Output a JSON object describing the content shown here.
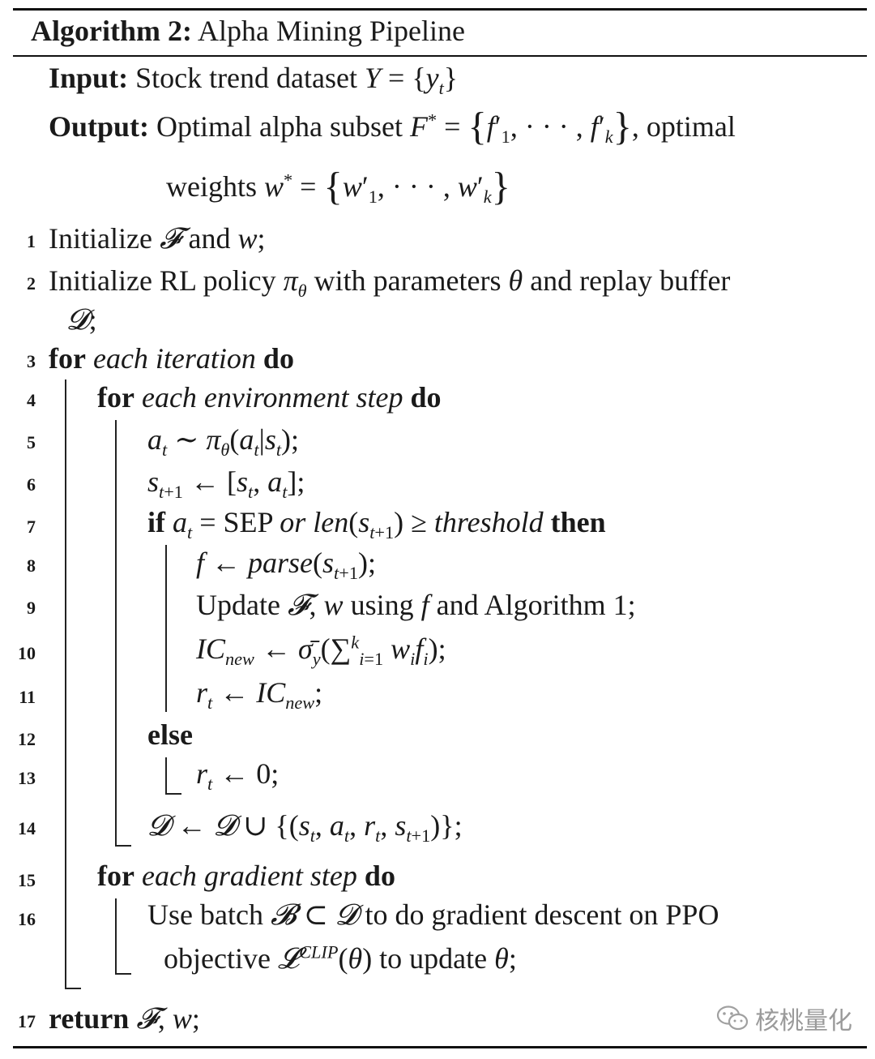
{
  "algorithm": {
    "label": "Algorithm 2:",
    "title": "Alpha Mining Pipeline"
  },
  "io": {
    "input_label": "Input:",
    "input_text": "Stock trend dataset Y = {yt}",
    "output_label": "Output:",
    "output_text": "Optimal alpha subset F* = {f′1, · · · , f′k}, optimal",
    "output_text_cont": "weights w* = {w′1, · · · , w′k}"
  },
  "steps": [
    {
      "num": "1",
      "text": "Initialize 𝓕 and w;"
    },
    {
      "num": "2",
      "text": "Initialize RL policy πθ with parameters θ and replay buffer 𝓓;"
    },
    {
      "num": "3",
      "text": "for each iteration do"
    },
    {
      "num": "4",
      "text": "for each environment step do"
    },
    {
      "num": "5",
      "text": "at ∼ πθ(at|st);"
    },
    {
      "num": "6",
      "text": "st+1 ← [st, at];"
    },
    {
      "num": "7",
      "text": "if at = SEP or len(st+1) ≥ threshold then"
    },
    {
      "num": "8",
      "text": "f ← parse(st+1);"
    },
    {
      "num": "9",
      "text": "Update 𝓕, w using f and Algorithm 1;"
    },
    {
      "num": "10",
      "text": "ICnew ← σ̄y(∑ki=1 wifi);"
    },
    {
      "num": "11",
      "text": "rt ← ICnew;"
    },
    {
      "num": "12",
      "text": "else"
    },
    {
      "num": "13",
      "text": "rt ← 0;"
    },
    {
      "num": "14",
      "text": "𝓓 ← 𝓓 ∪ {(st, at, rt, st+1)};"
    },
    {
      "num": "15",
      "text": "for each gradient step do"
    },
    {
      "num": "16",
      "text": "Use batch 𝓑 ⊂ 𝓓 to do gradient descent on PPO objective 𝓛CLIP(θ) to update θ;"
    },
    {
      "num": "17",
      "text": "return 𝓕, w;"
    }
  ],
  "watermark": {
    "text": "核桃量化",
    "icon": "wechat-icon"
  }
}
